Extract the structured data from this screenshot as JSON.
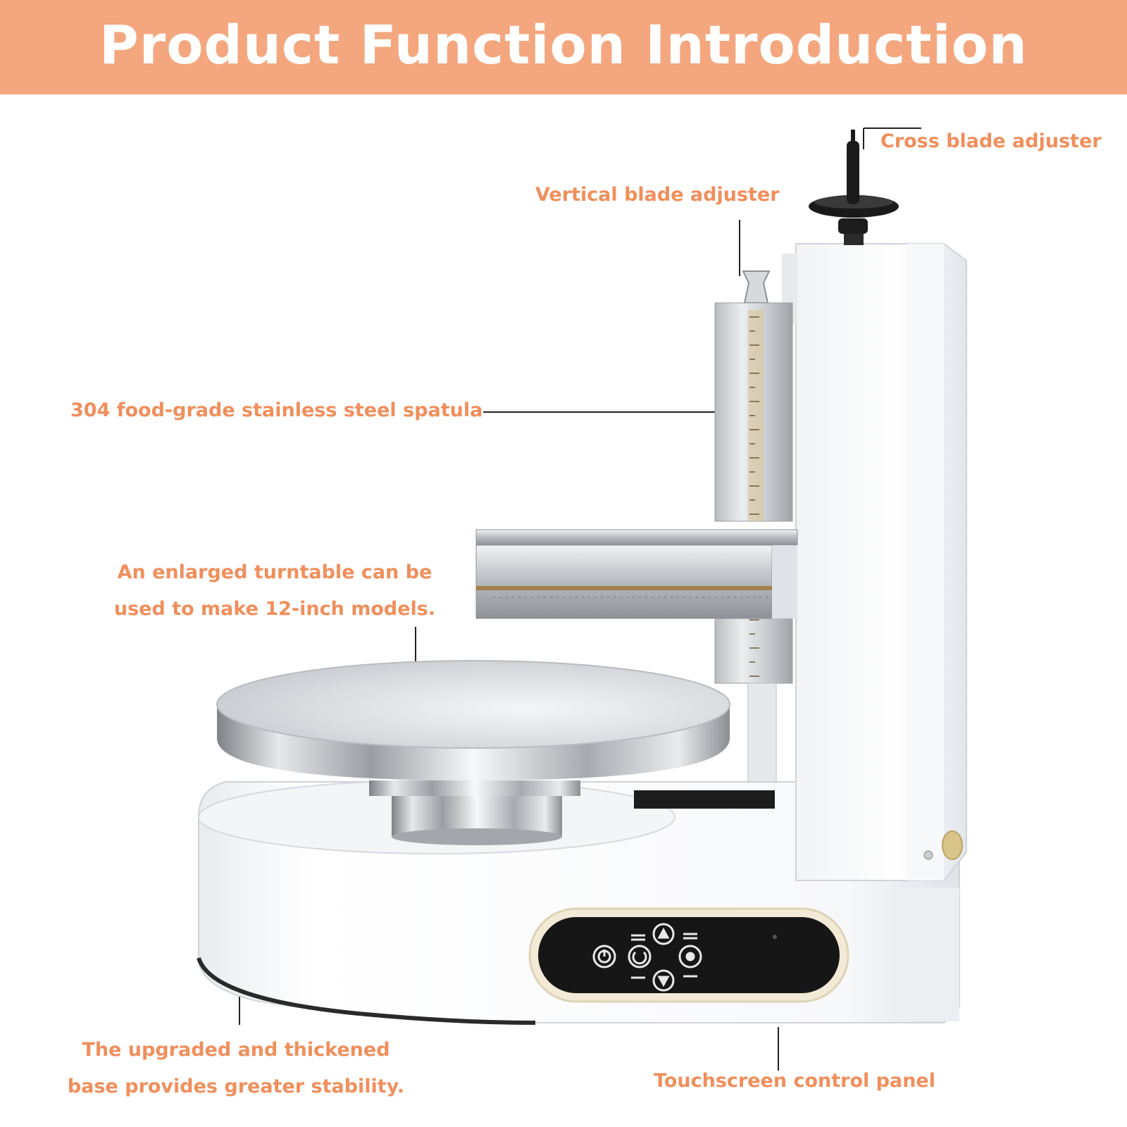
{
  "banner": {
    "title": "Product Function Introduction",
    "background": "#f4a77e",
    "text_color": "#ffffff"
  },
  "label_color": "#f08f5c",
  "callouts": {
    "cross_blade_adjuster": "Cross blade adjuster",
    "vertical_blade_adjuster": "Vertical blade adjuster",
    "spatula": "304 food-grade stainless steel spatula",
    "turntable_line1": "An enlarged turntable can be",
    "turntable_line2": "used to make 12-inch models.",
    "base_line1": "The upgraded and thickened",
    "base_line2": "base provides greater stability.",
    "control_panel": "Touchscreen control panel"
  },
  "product": {
    "name": "cake frosting machine",
    "control_icons": [
      "power-icon",
      "rotate-icon",
      "up-arrow-icon",
      "down-arrow-icon",
      "speed-icon"
    ]
  }
}
